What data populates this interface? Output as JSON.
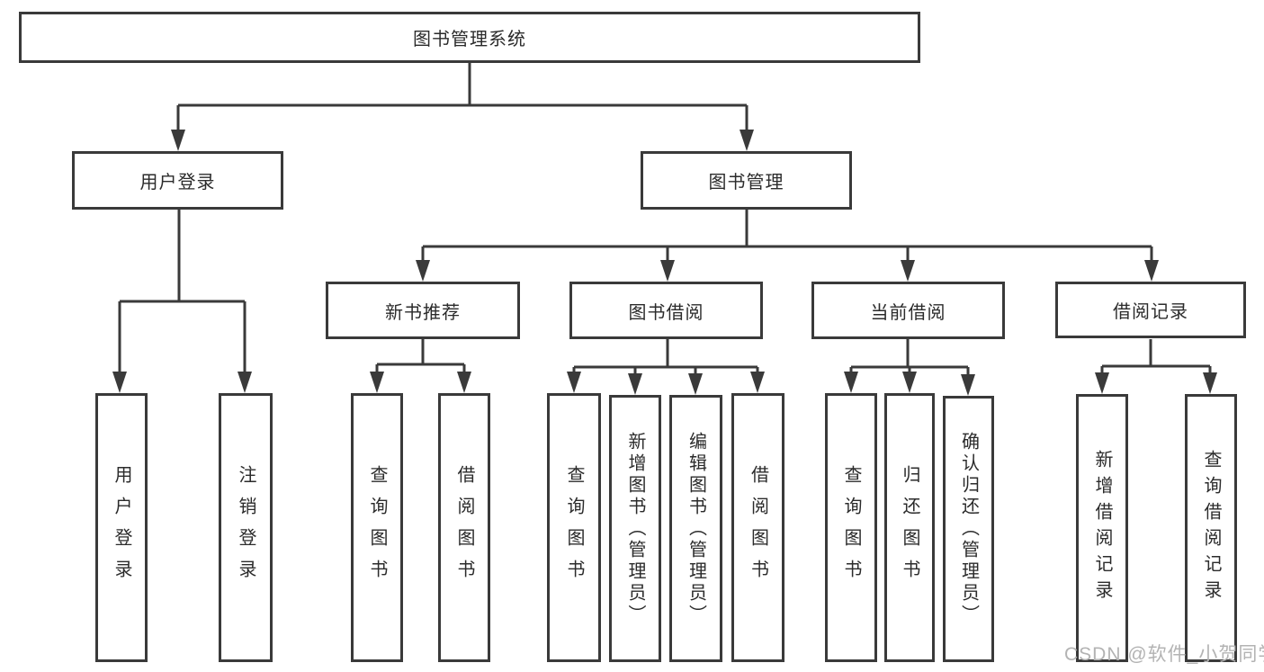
{
  "title": "图书管理系统",
  "level1": [
    "用户登录",
    "图书管理"
  ],
  "level2": [
    "新书推荐",
    "图书借阅",
    "当前借阅",
    "借阅记录"
  ],
  "leaves": {
    "user_login": [
      "用户登录",
      "注销登录"
    ],
    "new_book": [
      "查询图书",
      "借阅图书"
    ],
    "book_borrow": [
      "查询图书",
      "新增图书（管理员）",
      "编辑图书（管理员）",
      "借阅图书"
    ],
    "current_borrow": [
      "查询图书",
      "归还图书",
      "确认归还（管理员）"
    ],
    "borrow_record": [
      "新增借阅记录",
      "查询借阅记录"
    ]
  },
  "watermark": "CSDN @软件_小贺同学",
  "colors": {
    "line": "#3a3a3a",
    "text": "#2b2b2b",
    "watermark": "#b3b3b3"
  }
}
